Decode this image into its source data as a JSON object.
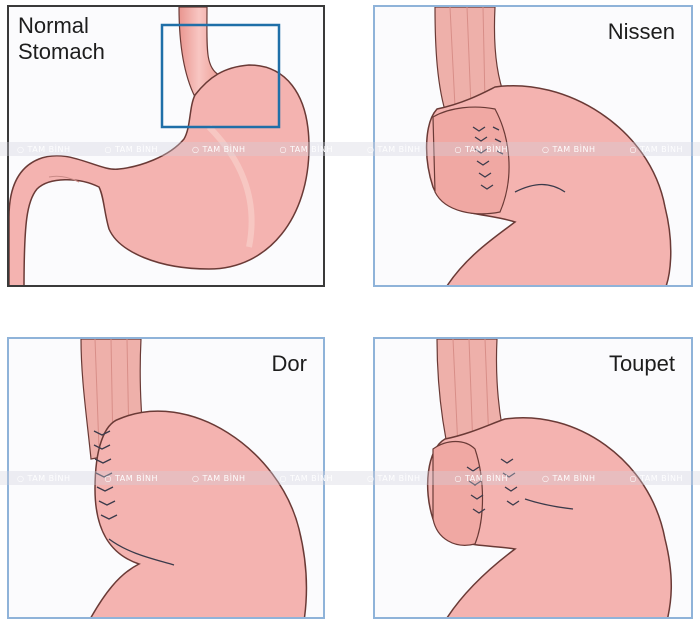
{
  "panels": [
    {
      "id": "normal",
      "label": "Normal\nStomach",
      "border_color": "#3a3a3a"
    },
    {
      "id": "nissen",
      "label": "Nissen",
      "border_color": "#8fb3d9"
    },
    {
      "id": "dor",
      "label": "Dor",
      "border_color": "#8fb3d9"
    },
    {
      "id": "toupet",
      "label": "Toupet",
      "border_color": "#8fb3d9"
    }
  ],
  "highlight_box_color": "#1f6fa8",
  "watermark": {
    "text": "TAM BÌNH",
    "count": 8
  },
  "colors": {
    "stomach": "#f4b3b0",
    "stomach_outline": "#6a3a36",
    "esophagus": "#eeb0aa",
    "suture": "#3a3a4a"
  }
}
